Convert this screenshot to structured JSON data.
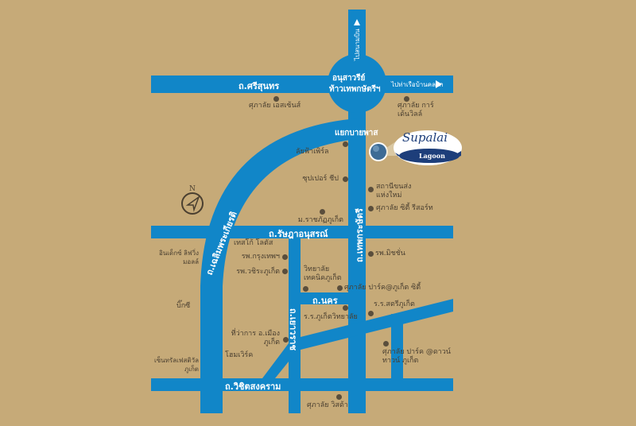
{
  "colors": {
    "road": "#1186c8",
    "ground": "#c6aa78",
    "label": "#4a3f30"
  },
  "roads": {
    "srisunthon": "ถ.ศรีสุนทร",
    "chaloem": "ถ.เฉลิมพระเกียรติ",
    "thepkrasattri": "ถ.เทพกระษัตรี",
    "ratsada": "ถ.รัษฎาอนุสรณ์",
    "nakhon": "ถ.นคร",
    "yaowarat": "ถ.เยาวราช",
    "wichit": "ถ.วิชิตสงคราม"
  },
  "directions": {
    "airport": "ไปสนามบิน",
    "pier": "ไปท่าเรือบ้านคลอก"
  },
  "monument": {
    "line1": "อนุสาวรีย์",
    "line2": "ท้าวเทพกษัตรีฯ"
  },
  "junction": "แยกบายพาส",
  "logo": {
    "brand": "Supalai",
    "sub": "Lagoon"
  },
  "compass": "N",
  "landmarks": [
    "ศุภาลัย เอสเซ้นส์",
    "ศุภาลัย การ์เด้นวิลล์",
    "ลัยฟ้าเพิร์ล",
    "ซุปเปอร์ ชีป",
    "สถานีขนส่ง แห่งใหม่",
    "ศุภาลัย ซิตี้ รีสอร์ท",
    "ม.ราชภัฏภูเก็ต",
    "เทสโก้ โลตัส",
    "อินเด็กซ์ ลิฟวิ่ง มอลล์",
    "รพ.กรุงเทพฯ",
    "รพ.วชิระภูเก็ต",
    "รพ.มิชชั่น",
    "วิทยาลัย เทคนิคภูเก็ต",
    "ศุภาลัย ปาร์ค@ภูเก็ต ซิตี้",
    "บิ๊กซี",
    "ร.ร.ภูเก็ตวิทยาลัย",
    "ร.ร.สตรีภูเก็ต",
    "ที่ว่าการ อ.เมืองภูเก็ต",
    "โฮมเวิร์ค",
    "เซ็นทรัลเฟสติวัล ภูเก็ต",
    "ศุภาลัย ปาร์ค @ดาวน์ทาวน์ ภูเก็ต",
    "ศุภาลัย วิสต้า"
  ]
}
